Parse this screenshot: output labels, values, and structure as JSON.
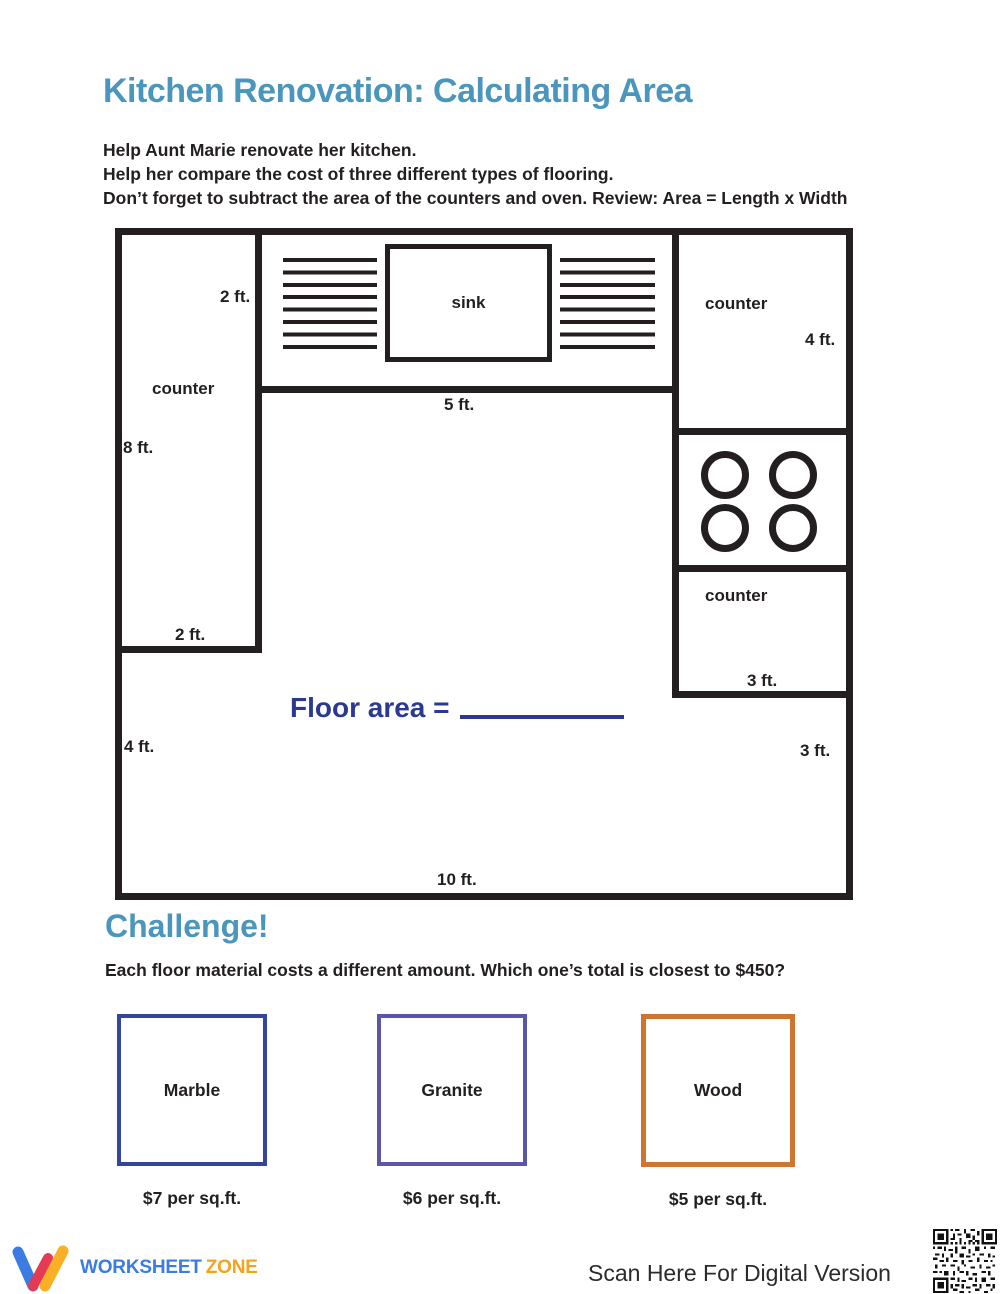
{
  "title": "Kitchen Renovation: Calculating Area",
  "intro": {
    "line1": "Help Aunt Marie renovate her kitchen.",
    "line2": "Help her compare the cost of three different types of flooring.",
    "line3": "Don’t forget to subtract the area of the counters and oven. Review: Area = Length x Width"
  },
  "diagram": {
    "left_counter": {
      "top_width_label": "2 ft.",
      "name": "counter",
      "height_label": "8 ft.",
      "bottom_width_label": "2 ft."
    },
    "sink_area": {
      "sink_label": "sink",
      "width_label": "5 ft."
    },
    "right_counter_top": {
      "name": "counter",
      "height_label": "4 ft."
    },
    "right_counter_bottom": {
      "name": "counter",
      "width_label": "3 ft."
    },
    "floor": {
      "left_height_label": "4 ft.",
      "right_height_label": "3 ft.",
      "bottom_width_label": "10 ft.",
      "floor_area_label": "Floor area ="
    }
  },
  "challenge": {
    "title": "Challenge!",
    "question": "Each floor material costs a different amount. Which one’s total is closest to $450?",
    "materials": [
      {
        "name": "Marble",
        "price": "$7 per sq.ft."
      },
      {
        "name": "Granite",
        "price": "$6 per sq.ft."
      },
      {
        "name": "Wood",
        "price": "$5 per sq.ft."
      }
    ]
  },
  "footer": {
    "brand_word1": "WORKSHEET",
    "brand_word2": "ZONE",
    "scan_text": "Scan Here For Digital Version"
  },
  "colors": {
    "heading_teal": "#4a96bd",
    "floor_area_blue": "#2b3a90",
    "marble_border": "#35459c",
    "granite_border": "#5b57a8",
    "wood_border": "#d0752f",
    "line_black": "#231f20",
    "brand_blue": "#3a7ce1",
    "brand_orange": "#f6a21d"
  }
}
